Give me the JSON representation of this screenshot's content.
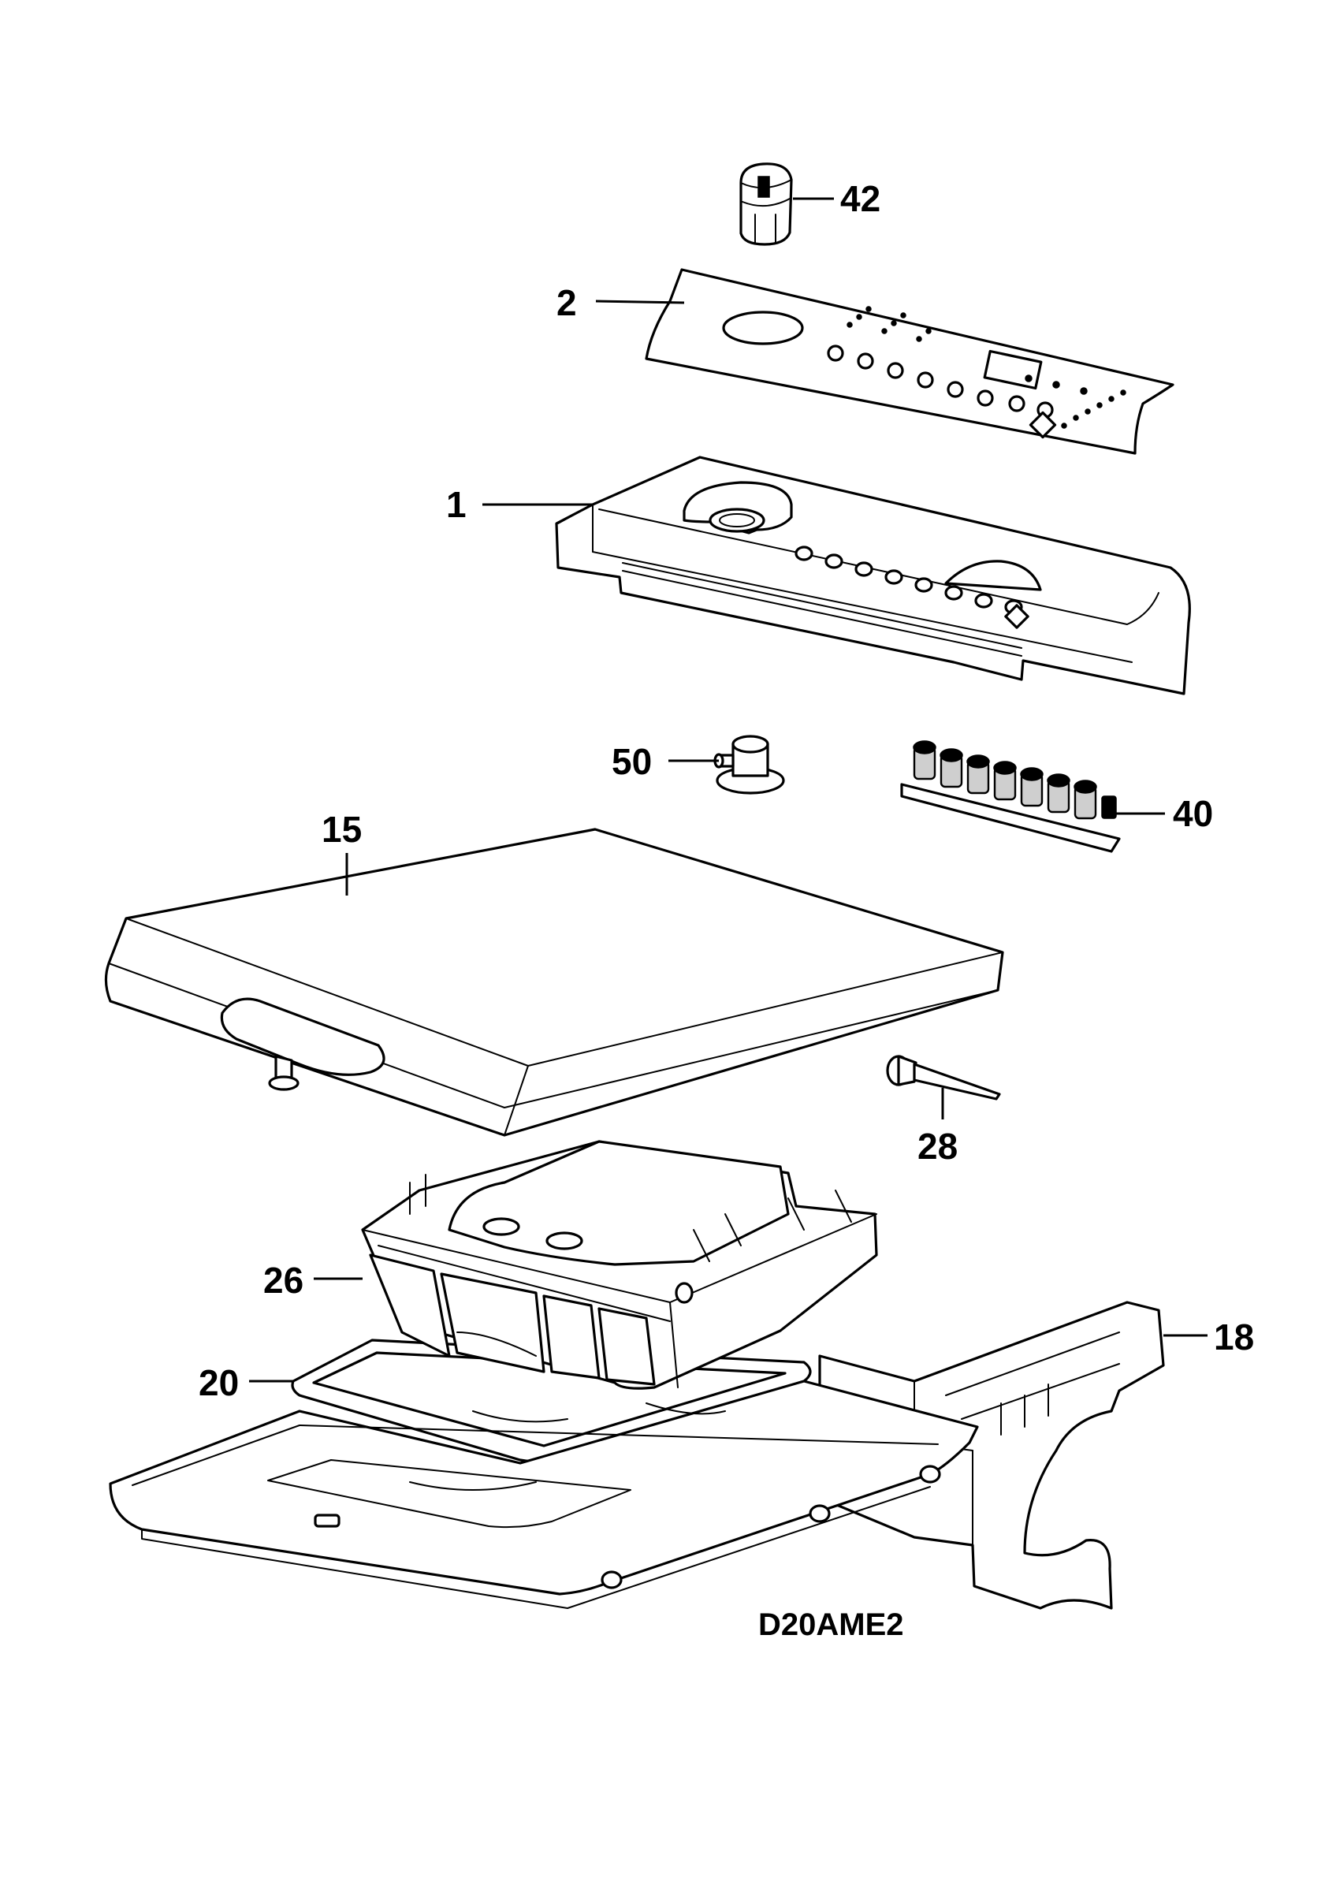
{
  "diagram": {
    "drawing_code": "D20AME2",
    "callouts": [
      {
        "id": "42",
        "label": "42"
      },
      {
        "id": "2",
        "label": "2"
      },
      {
        "id": "1",
        "label": "1"
      },
      {
        "id": "50",
        "label": "50"
      },
      {
        "id": "40",
        "label": "40"
      },
      {
        "id": "15",
        "label": "15"
      },
      {
        "id": "28",
        "label": "28"
      },
      {
        "id": "26",
        "label": "26"
      },
      {
        "id": "18",
        "label": "18"
      },
      {
        "id": "20",
        "label": "20"
      }
    ],
    "colors": {
      "line": "#000000",
      "background": "#ffffff",
      "shade": "#cfcfcf"
    }
  }
}
